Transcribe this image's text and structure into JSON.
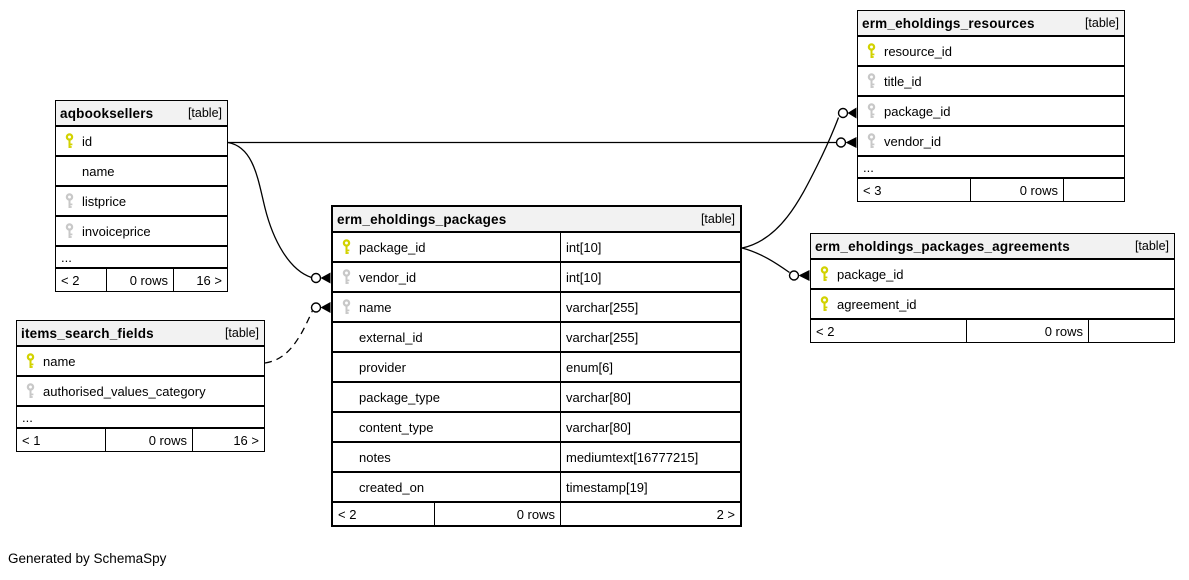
{
  "caption": "Generated by SchemaSpy",
  "colors": {
    "primary_key": "#d2d200",
    "foreign_key": "#c8c8c8",
    "header_bg": "#f2f2f2",
    "line": "#000000"
  },
  "tables": [
    {
      "name": "aqbooksellers",
      "tag": "[table]",
      "columns": [
        {
          "name": "id",
          "key": "pk"
        },
        {
          "name": "name",
          "key": null
        },
        {
          "name": "listprice",
          "key": "fk"
        },
        {
          "name": "invoiceprice",
          "key": "fk"
        }
      ],
      "ellipsis": "...",
      "footer": [
        "< 2",
        "0 rows",
        "16 >"
      ]
    },
    {
      "name": "erm_eholdings_resources",
      "tag": "[table]",
      "columns": [
        {
          "name": "resource_id",
          "key": "pk"
        },
        {
          "name": "title_id",
          "key": "fk"
        },
        {
          "name": "package_id",
          "key": "fk"
        },
        {
          "name": "vendor_id",
          "key": "fk"
        }
      ],
      "ellipsis": "...",
      "footer": [
        "< 3",
        "0 rows",
        ""
      ]
    },
    {
      "name": "erm_eholdings_packages",
      "tag": "[table]",
      "columns": [
        {
          "name": "package_id",
          "type": "int[10]",
          "key": "pk"
        },
        {
          "name": "vendor_id",
          "type": "int[10]",
          "key": "fk"
        },
        {
          "name": "name",
          "type": "varchar[255]",
          "key": "fk"
        },
        {
          "name": "external_id",
          "type": "varchar[255]",
          "key": null
        },
        {
          "name": "provider",
          "type": "enum[6]",
          "key": null
        },
        {
          "name": "package_type",
          "type": "varchar[80]",
          "key": null
        },
        {
          "name": "content_type",
          "type": "varchar[80]",
          "key": null
        },
        {
          "name": "notes",
          "type": "mediumtext[16777215]",
          "key": null
        },
        {
          "name": "created_on",
          "type": "timestamp[19]",
          "key": null
        }
      ],
      "footer": [
        "< 2",
        "0 rows",
        "2 >"
      ]
    },
    {
      "name": "erm_eholdings_packages_agreements",
      "tag": "[table]",
      "columns": [
        {
          "name": "package_id",
          "key": "pk"
        },
        {
          "name": "agreement_id",
          "key": "pk"
        }
      ],
      "footer": [
        "< 2",
        "0 rows",
        ""
      ]
    },
    {
      "name": "items_search_fields",
      "tag": "[table]",
      "columns": [
        {
          "name": "name",
          "key": "pk"
        },
        {
          "name": "authorised_values_category",
          "key": "fk"
        }
      ],
      "ellipsis": "...",
      "footer": [
        "< 1",
        "0 rows",
        "16 >"
      ]
    }
  ],
  "relationships": [
    {
      "from": "aqbooksellers.id",
      "to": "erm_eholdings_resources.vendor_id",
      "style": "solid"
    },
    {
      "from": "aqbooksellers.id",
      "to": "erm_eholdings_packages.vendor_id",
      "style": "solid"
    },
    {
      "from": "erm_eholdings_packages.package_id",
      "to": "erm_eholdings_resources.package_id",
      "style": "solid"
    },
    {
      "from": "erm_eholdings_packages.package_id",
      "to": "erm_eholdings_packages_agreements.package_id",
      "style": "solid"
    },
    {
      "from": "items_search_fields.name",
      "to": "erm_eholdings_packages.name",
      "style": "dashed"
    }
  ]
}
